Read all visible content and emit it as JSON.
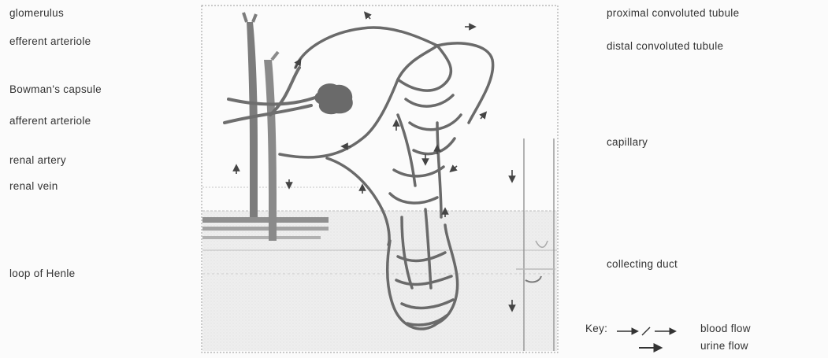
{
  "labels_left": {
    "glomerulus": "glomerulus",
    "efferent_arteriole": "efferent arteriole",
    "bowmans_capsule": "Bowman's capsule",
    "afferent_arteriole": "afferent arteriole",
    "renal_artery": "renal artery",
    "renal_vein": "renal vein",
    "loop_of_henle": "loop of Henle"
  },
  "labels_right": {
    "proximal_convoluted_tubule": "proximal convoluted tubule",
    "distal_convoluted_tubule": "distal convoluted tubule",
    "capillary": "capillary",
    "collecting_duct": "collecting duct"
  },
  "key": {
    "title": "Key:",
    "blood_flow": "blood flow",
    "urine_flow": "urine flow"
  }
}
